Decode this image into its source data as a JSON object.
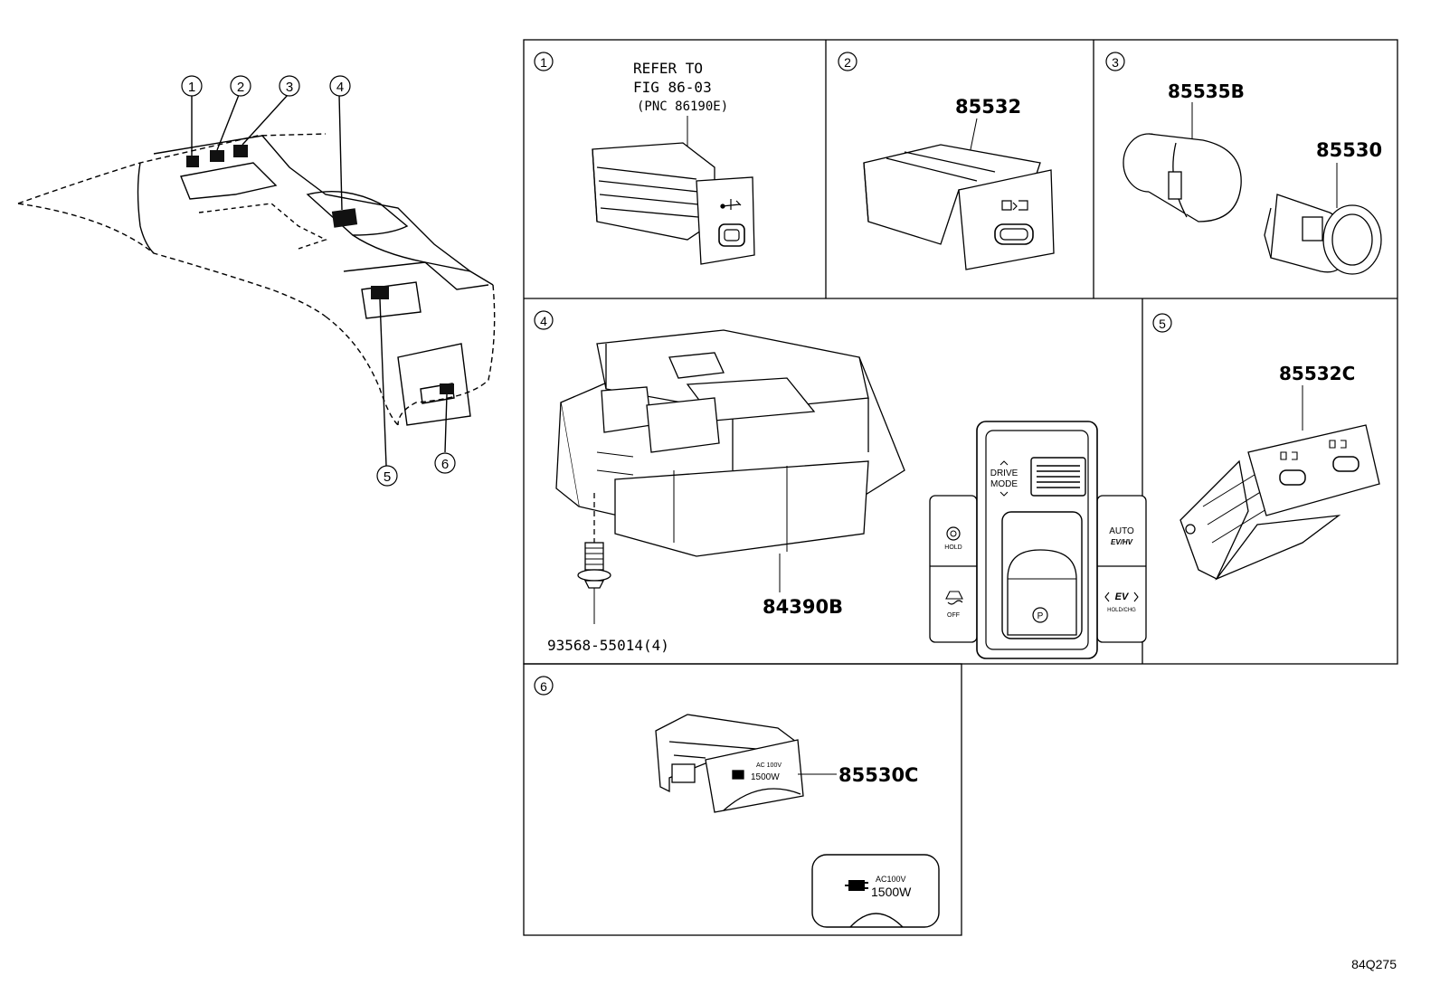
{
  "drawing_id": "84Q275",
  "callouts": [
    "1",
    "2",
    "3",
    "4",
    "5",
    "6"
  ],
  "panels": {
    "p1": {
      "number": "1",
      "note_line1": "REFER TO",
      "note_line2": "FIG 86-03",
      "note_line3": "(PNC 86190E)"
    },
    "p2": {
      "number": "2",
      "part": "85532"
    },
    "p3": {
      "number": "3",
      "part_a": "85535B",
      "part_b": "85530"
    },
    "p4": {
      "number": "4",
      "part_switch": "84390B",
      "part_screw": "93568-55014(4)",
      "detail": {
        "drive_mode_1": "DRIVE",
        "drive_mode_2": "MODE",
        "hold": "HOLD",
        "auto": "AUTO",
        "ev_hv": "EV/HV",
        "ev": "EV",
        "hold_chg": "HOLD/CHG",
        "off": "OFF",
        "park": "P"
      }
    },
    "p5": {
      "number": "5",
      "part": "85532C"
    },
    "p6": {
      "number": "6",
      "part": "85530C",
      "outlet_small_1": "AC 100V",
      "outlet_small_2": "1500W",
      "outlet_big_1": "AC100V",
      "outlet_big_2": "1500W"
    }
  }
}
